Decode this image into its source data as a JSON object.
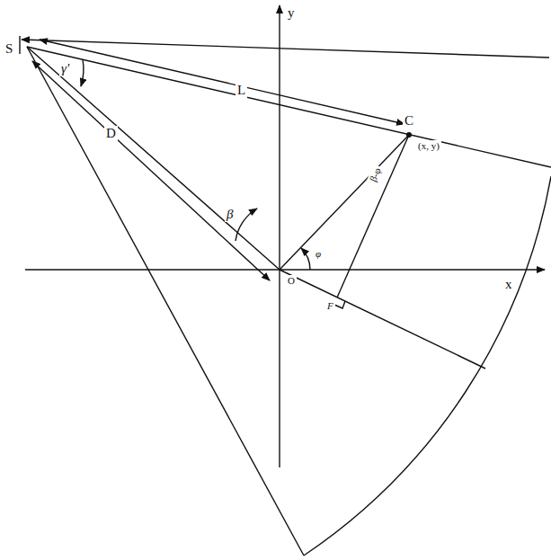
{
  "diagram": {
    "labels": [
      "S",
      "γ'",
      "L",
      "C",
      "(x, y)",
      "D",
      "β",
      "O",
      "F",
      "φ",
      "β-φ",
      "x",
      "y"
    ]
  }
}
